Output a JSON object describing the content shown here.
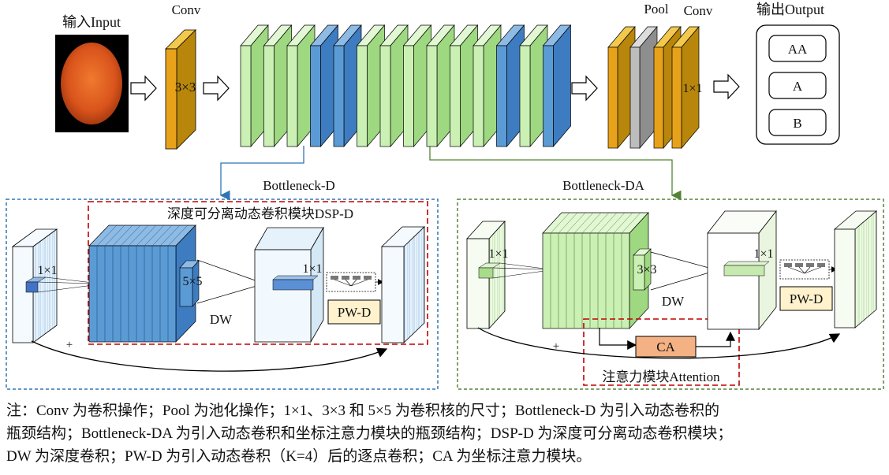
{
  "top": {
    "input_label": "输入Input",
    "conv1_label": "Conv",
    "conv1_kernel": "3×3",
    "pool_label": "Pool",
    "conv2_label": "Conv",
    "conv2_kernel": "1×1",
    "output_label": "输出Output",
    "output_classes": [
      "AA",
      "A",
      "B"
    ]
  },
  "bottleneck_d": {
    "title": "Bottleneck-D",
    "dsp_title": "深度可分离动态卷积模块DSP-D",
    "in_kernel": "1×1",
    "dw_kernel": "5×5",
    "dw_label": "DW",
    "pw_kernel": "1×1",
    "pw_label": "PW-D",
    "plus": "+"
  },
  "bottleneck_da": {
    "title": "Bottleneck-DA",
    "in_kernel": "1×1",
    "dw_kernel": "3×3",
    "dw_label": "DW",
    "pw_kernel": "1×1",
    "pw_label": "PW-D",
    "ca_label": "CA",
    "attention_title": "注意力模块Attention",
    "plus": "+"
  },
  "caption": [
    "注：Conv 为卷积操作；Pool 为池化操作；1×1、3×3 和 5×5 为卷积核的尺寸；Bottleneck-D 为引入动态卷积的",
    "瓶颈结构；Bottleneck-DA 为引入动态卷积和坐标注意力模块的瓶颈结构；DSP-D 为深度可分离动态卷积模块；",
    "DW 为深度卷积；PW-D 为引入动态卷积（K=4）后的逐点卷积；CA 为坐标注意力模块。"
  ],
  "colors": {
    "conv_orange": "#E8A21A",
    "bottleneck_green": "#CBF0B4",
    "bottleneck_blue": "#5B9BD5",
    "pool_gray": "#BDBDBD",
    "dash_blue": "#2E75B6",
    "dash_green": "#548235",
    "dash_red": "#C00000",
    "ca_fill": "#F4B183",
    "pwd_fill": "#FFF2CC"
  }
}
